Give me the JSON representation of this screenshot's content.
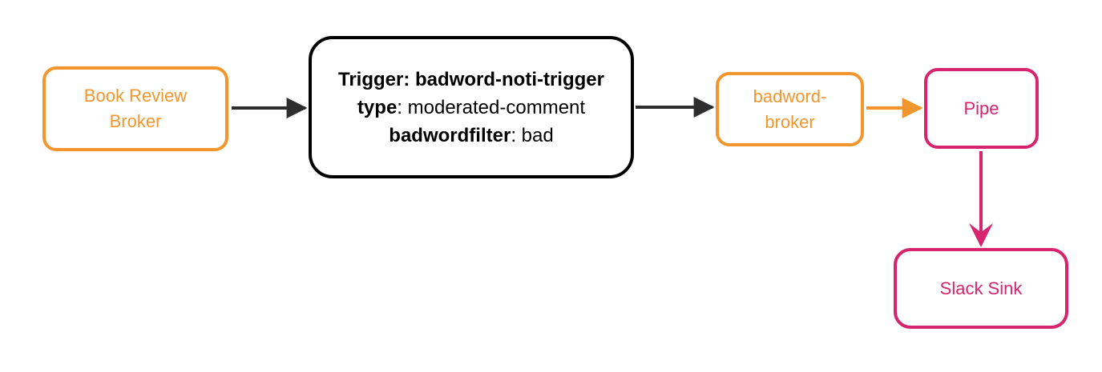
{
  "colors": {
    "orange": "#F2962D",
    "pink": "#D6246E",
    "ink": "#000000",
    "edge_dark": "#2E2E2E",
    "background": "#FFFFFF"
  },
  "nodes": {
    "book_review_broker": {
      "label": "Book Review\nBroker"
    },
    "trigger": {
      "lines": [
        {
          "bold": "Trigger: badword-noti-trigger",
          "regular": ""
        },
        {
          "bold": "type",
          "regular": ": moderated-comment"
        },
        {
          "bold": "badwordfilter",
          "regular": ": bad"
        }
      ]
    },
    "badword_broker": {
      "label": "badword-\nbroker"
    },
    "pipe": {
      "label": "Pipe"
    },
    "slack_sink": {
      "label": "Slack Sink"
    }
  },
  "edges": [
    {
      "from": "book-review-broker",
      "to": "trigger",
      "color": "edge_dark"
    },
    {
      "from": "trigger",
      "to": "badword-broker",
      "color": "edge_dark"
    },
    {
      "from": "badword-broker",
      "to": "pipe",
      "color": "orange"
    },
    {
      "from": "pipe",
      "to": "slack-sink",
      "color": "pink"
    }
  ]
}
